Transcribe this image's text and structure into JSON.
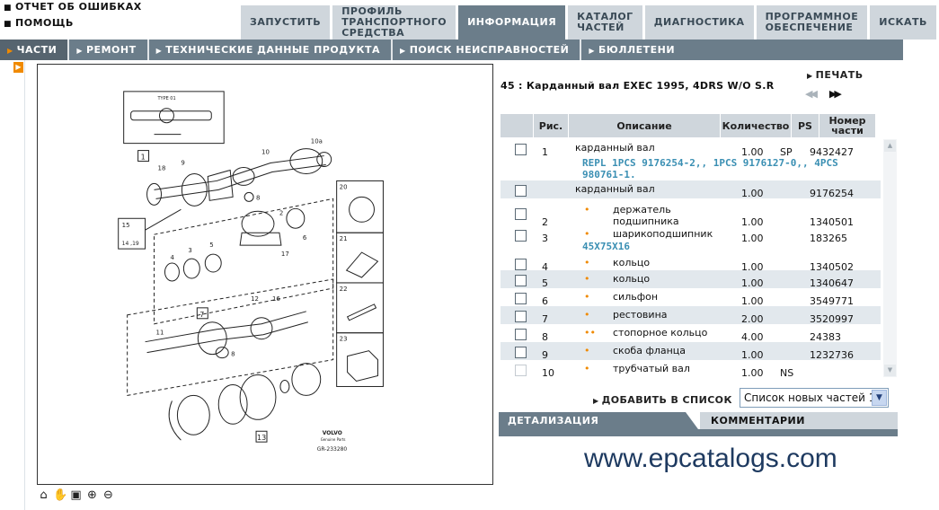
{
  "top_links": [
    {
      "label": "ОТЧЕТ ОБ ОШИБКАХ"
    },
    {
      "label": "ПОМОЩЬ"
    }
  ],
  "tabs": [
    {
      "label": "ЗАПУСТИТЬ",
      "active": false
    },
    {
      "label": "ПРОФИЛЬ\nТРАНСПОРТНОГО\nСРЕДСТВА",
      "active": false
    },
    {
      "label": "ИНФОРМАЦИЯ",
      "active": true
    },
    {
      "label": "КАТАЛОГ\nЧАСТЕЙ",
      "active": false
    },
    {
      "label": "ДИАГНОСТИКА",
      "active": false
    },
    {
      "label": "ПРОГРАММНОЕ\nОБЕСПЕЧЕНИЕ",
      "active": false
    },
    {
      "label": "ИСКАТЬ",
      "active": false
    }
  ],
  "subnav": [
    {
      "label": "ЧАСТИ",
      "active": true
    },
    {
      "label": "РЕМОНТ",
      "active": false
    },
    {
      "label": "ТЕХНИЧЕСКИЕ ДАННЫЕ ПРОДУКТА",
      "active": false
    },
    {
      "label": "ПОИСК НЕИСПРАВНОСТЕЙ",
      "active": false
    },
    {
      "label": "БЮЛЛЕТЕНИ",
      "active": false
    }
  ],
  "part_title": "45 : Карданный вал EXEC 1995, 4DRS W/O S.R",
  "print_label": "ПЕЧАТЬ",
  "pager": {
    "prev": "◀◀",
    "next": "▶▶"
  },
  "table": {
    "headers": {
      "fig": "Рис.",
      "desc": "Описание",
      "qty": "Количество",
      "ps": "PS",
      "partno": "Номер\nчасти"
    },
    "rows": [
      {
        "fig": "1",
        "desc": "карданный вал",
        "dots": "",
        "qty": "1.00",
        "ps": "SP",
        "partno": "9432427",
        "note": "REPL 1PCS 9176254-2,, 1PCS 9176127-0,, 4PCS\n980761-1.",
        "checkbox": true,
        "shaded": false
      },
      {
        "fig": "",
        "desc": "карданный вал",
        "dots": "",
        "qty": "1.00",
        "ps": "",
        "partno": "9176254",
        "note": "",
        "checkbox": true,
        "shaded": true
      },
      {
        "fig": "2",
        "desc": "держатель\nподшипника",
        "dots": "•",
        "qty": "1.00",
        "ps": "",
        "partno": "1340501",
        "note": "",
        "checkbox": true,
        "shaded": false
      },
      {
        "fig": "3",
        "desc": "шарикоподшипник",
        "dots": "•",
        "qty": "1.00",
        "ps": "",
        "partno": "183265",
        "note": "45X75X16",
        "checkbox": true,
        "shaded": false
      },
      {
        "fig": "4",
        "desc": "кольцо",
        "dots": "•",
        "qty": "1.00",
        "ps": "",
        "partno": "1340502",
        "note": "",
        "checkbox": true,
        "shaded": false
      },
      {
        "fig": "5",
        "desc": "кольцо",
        "dots": "•",
        "qty": "1.00",
        "ps": "",
        "partno": "1340647",
        "note": "",
        "checkbox": true,
        "shaded": true
      },
      {
        "fig": "6",
        "desc": "сильфон",
        "dots": "•",
        "qty": "1.00",
        "ps": "",
        "partno": "3549771",
        "note": "",
        "checkbox": true,
        "shaded": false
      },
      {
        "fig": "7",
        "desc": "рестовина",
        "dots": "•",
        "qty": "2.00",
        "ps": "",
        "partno": "3520997",
        "note": "",
        "checkbox": true,
        "shaded": true
      },
      {
        "fig": "8",
        "desc": "стопорное кольцо",
        "dots": "••",
        "qty": "4.00",
        "ps": "",
        "partno": "24383",
        "note": "",
        "checkbox": true,
        "shaded": false
      },
      {
        "fig": "9",
        "desc": "скоба фланца",
        "dots": "•",
        "qty": "1.00",
        "ps": "",
        "partno": "1232736",
        "note": "",
        "checkbox": true,
        "shaded": true
      },
      {
        "fig": "10",
        "desc": "трубчатый вал",
        "dots": "•",
        "qty": "1.00",
        "ps": "NS",
        "partno": "",
        "note": "",
        "checkbox": true,
        "shaded": false
      }
    ]
  },
  "add_to_list": "ДОБАВИТЬ В СПИСОК",
  "list_select": {
    "value": "Список новых частей 1"
  },
  "detail_tabs": [
    {
      "label": "ДЕТАЛИЗАЦИЯ",
      "active": true
    },
    {
      "label": "КОММЕНТАРИИ",
      "active": false
    }
  ],
  "watermark": "www.epcatalogs.com",
  "diagram": {
    "box_labels": [
      "TYPE 01",
      "1",
      "20",
      "21",
      "22",
      "23",
      "7",
      "13"
    ],
    "callouts": [
      "18",
      "9",
      "10",
      "10a",
      "8",
      "15",
      "14 ,19",
      "2",
      "6",
      "17",
      "3",
      "4",
      "5",
      "12",
      "16",
      "11",
      "8"
    ],
    "brand": "VOLVO",
    "brand_sub": "Genuine Parts",
    "ref": "GR-233280"
  },
  "icons": {
    "diagram_tools": [
      "home-icon",
      "hand-icon",
      "fit-page-icon",
      "zoom-in-icon",
      "zoom-out-icon"
    ]
  }
}
